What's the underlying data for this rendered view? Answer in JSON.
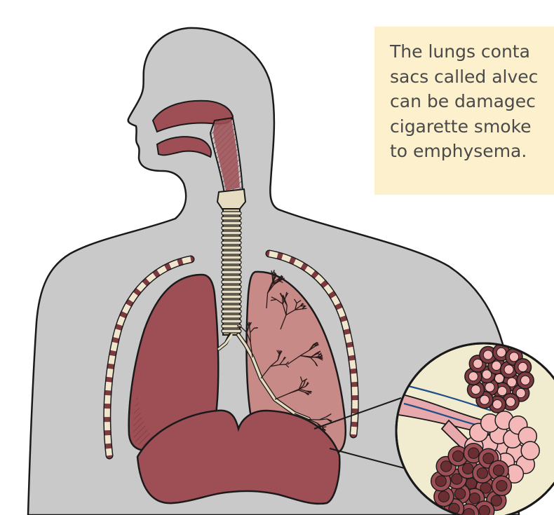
{
  "callout": {
    "lines": [
      "The lungs conta",
      "sacs called alvec",
      "can be damagec",
      "cigarette smoke",
      "to emphysema."
    ]
  },
  "colors": {
    "body": "#c9c9c9",
    "outline": "#1a1a1a",
    "tissue": "#9e4f55",
    "tissue_dark": "#7d3a40",
    "lung_light": "#c88a86",
    "cartilage": "#e6dcc2",
    "inset_bg": "#f1ebcf",
    "alveoli_pink": "#f3b8b7",
    "callout_bg": "#fdf0cc"
  }
}
